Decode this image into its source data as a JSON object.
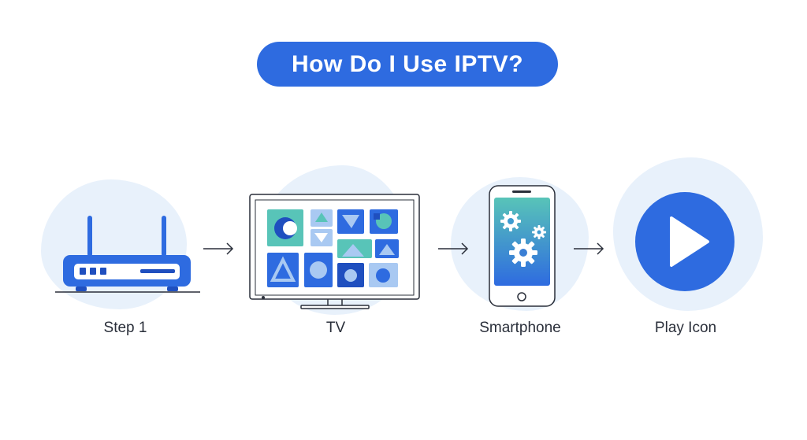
{
  "title": "How Do I Use IPTV?",
  "steps": [
    {
      "label": "Step 1",
      "icon": "router-icon"
    },
    {
      "label": "TV",
      "icon": "tv-icon"
    },
    {
      "label": "Smartphone",
      "icon": "smartphone-icon"
    },
    {
      "label": "Play Icon",
      "icon": "play-icon"
    }
  ],
  "connectors": [
    "arrow-right-icon",
    "arrow-right-icon",
    "arrow-right-icon"
  ],
  "colors": {
    "accent": "#2e6be0",
    "accent_dark": "#1f4fbf",
    "blob": "#e8f1fb",
    "tile_teal": "#58c4b8",
    "tile_light": "#a9c9f2",
    "outline": "#2a2f3a"
  }
}
